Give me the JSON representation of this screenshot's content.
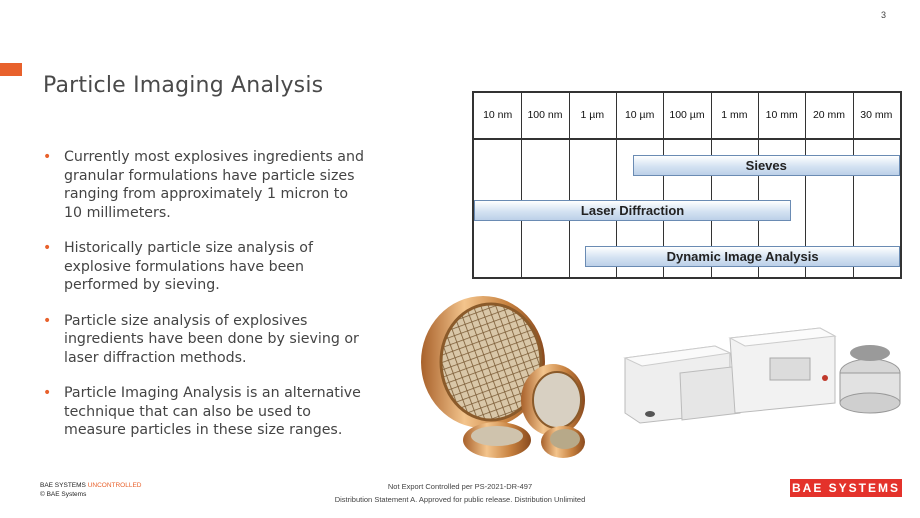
{
  "page_number": "3",
  "title": "Particle Imaging Analysis",
  "bullets": [
    "Currently most explosives ingredients and granular formulations have particle sizes ranging from approximately 1 micron to 10 millimeters.",
    "Historically particle size analysis of explosive formulations have been performed by sieving.",
    "Particle size analysis of explosives ingredients have been done by sieving or laser diffraction methods.",
    "Particle Imaging Analysis is an alternative technique that can also be used to measure particles in these size ranges."
  ],
  "size_table": {
    "columns": [
      "10 nm",
      "100 nm",
      "1 µm",
      "10 µm",
      "100 µm",
      "1 mm",
      "10 mm",
      "20 mm",
      "30 mm"
    ],
    "bands": [
      {
        "label": "Sieves",
        "from": "10 µm",
        "to": "30 mm"
      },
      {
        "label": "Laser Diffraction",
        "from": "10 nm",
        "to": "10 mm"
      },
      {
        "label": "Dynamic Image Analysis",
        "from": "1 µm",
        "to": "30 mm"
      }
    ]
  },
  "footer": {
    "company": "BAE SYSTEMS",
    "classification": "UNCONTROLLED",
    "copyright": "© BAE Systems",
    "export_line": "Not Export Controlled per PS-2021-DR-497",
    "distribution_line": "Distribution Statement A. Approved for public release. Distribution Unlimited",
    "logo_text": "BAE SYSTEMS"
  },
  "colors": {
    "accent": "#e8612c",
    "logo": "#e4322b",
    "band": "#d4e2f2"
  },
  "images": [
    "sieve-stack-photo",
    "particle-analyzer-instrument-photo"
  ]
}
